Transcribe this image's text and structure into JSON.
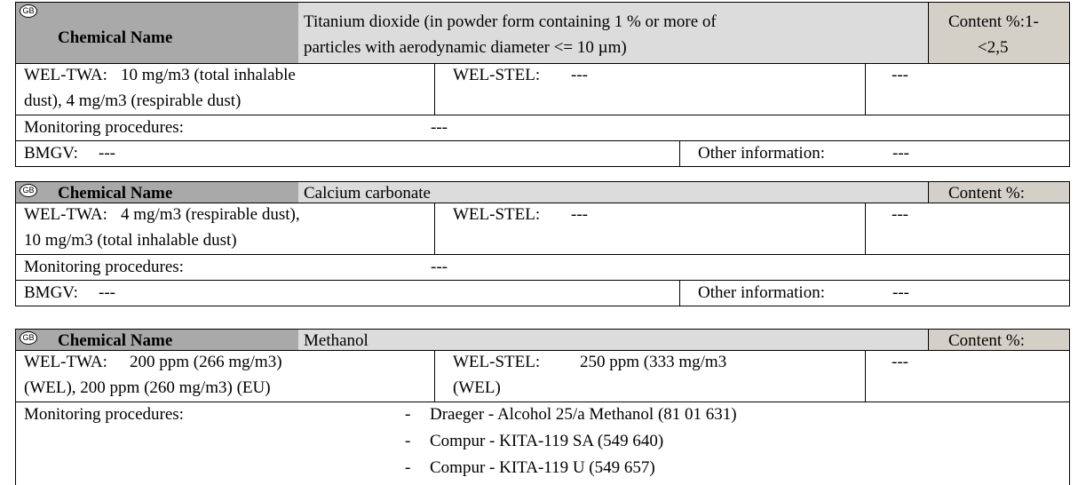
{
  "common": {
    "country_badge": "GB",
    "chemical_name_label": "Chemical Name",
    "wel_twa_label": "WEL-TWA:",
    "wel_stel_label": "WEL-STEL:",
    "monitoring_label": "Monitoring procedures:",
    "bmgv_label": "BMGV:",
    "other_info_label": "Other information:",
    "dash": "---",
    "bullet": "-"
  },
  "substances": [
    {
      "name_line1": "Titanium dioxide (in powder form containing 1 % or more of",
      "name_line2": "particles with aerodynamic diameter <= 10 µm)",
      "content_line1": "Content %:1-",
      "content_line2": "<2,5",
      "twa_line1": "10 mg/m3 (total inhalable",
      "twa_line2": "dust), 4 mg/m3 (respirable dust)",
      "stel_value": "---",
      "third_value": "---",
      "monitoring_value": "---",
      "bmgv_value": "---",
      "other_value": "---"
    },
    {
      "name": "Calcium carbonate",
      "content": "Content %:",
      "twa_line1": "4 mg/m3 (respirable dust),",
      "twa_line2": "10 mg/m3 (total inhalable dust)",
      "stel_value": "---",
      "third_value": "---",
      "monitoring_value": "---",
      "bmgv_value": "---",
      "other_value": "---"
    },
    {
      "name": "Methanol",
      "content": "Content %:",
      "twa_line1": "200 ppm (266 mg/m3)",
      "twa_line2": "(WEL), 200 ppm (260 mg/m3) (EU)",
      "stel_line1": "250 ppm (333 mg/m3",
      "stel_line2": "(WEL)",
      "third_value": "---",
      "monitoring_items": [
        "Draeger - Alcohol 25/a Methanol (81 01 631)",
        "Compur - KITA-119 SA (549 640)",
        "Compur - KITA-119 U (549 657)"
      ]
    }
  ]
}
